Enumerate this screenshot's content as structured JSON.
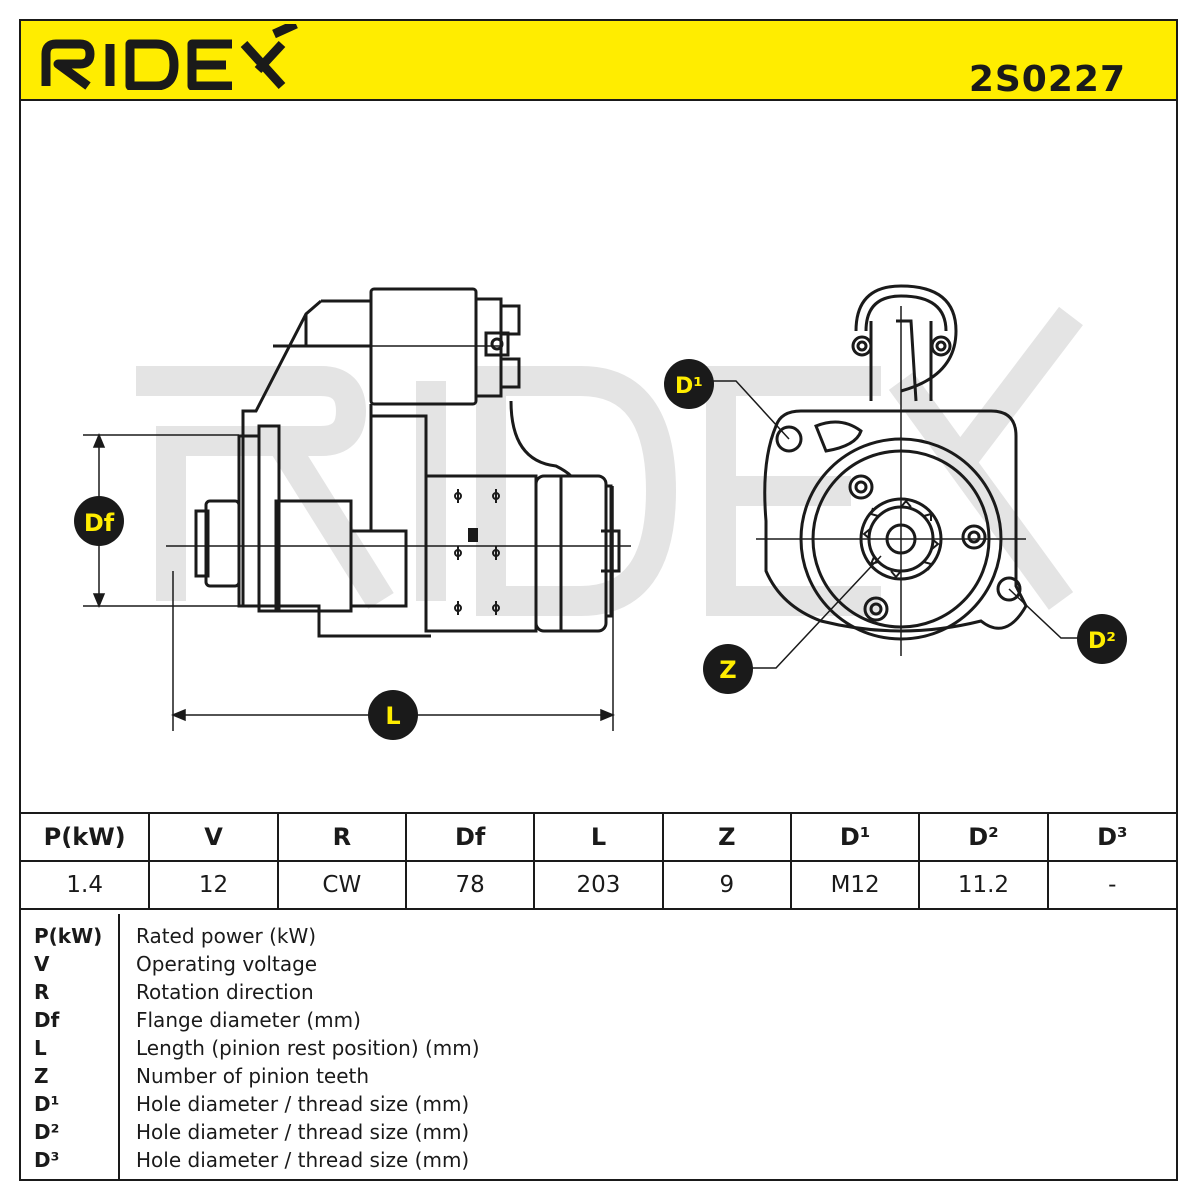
{
  "header": {
    "brand": "RIDEX",
    "part_number": "2S0227",
    "color": "#ffed00"
  },
  "drawing": {
    "labels": {
      "df": "Df",
      "l": "L",
      "d1": "D¹",
      "d2": "D²",
      "z": "Z"
    }
  },
  "specs": {
    "headers": [
      "P(kW)",
      "V",
      "R",
      "Df",
      "L",
      "Z",
      "D¹",
      "D²",
      "D³"
    ],
    "values": [
      "1.4",
      "12",
      "CW",
      "78",
      "203",
      "9",
      "M12",
      "11.2",
      "-"
    ]
  },
  "legend": [
    {
      "key": "P(kW)",
      "desc": "Rated power (kW)"
    },
    {
      "key": "V",
      "desc": "Operating voltage"
    },
    {
      "key": "R",
      "desc": "Rotation direction"
    },
    {
      "key": "Df",
      "desc": "Flange diameter (mm)"
    },
    {
      "key": "L",
      "desc": "Length (pinion rest position) (mm)"
    },
    {
      "key": "Z",
      "desc": "Number of pinion teeth"
    },
    {
      "key": "D¹",
      "desc": "Hole diameter / thread size (mm)"
    },
    {
      "key": "D²",
      "desc": "Hole diameter / thread size (mm)"
    },
    {
      "key": "D³",
      "desc": "Hole diameter / thread size (mm)"
    }
  ]
}
